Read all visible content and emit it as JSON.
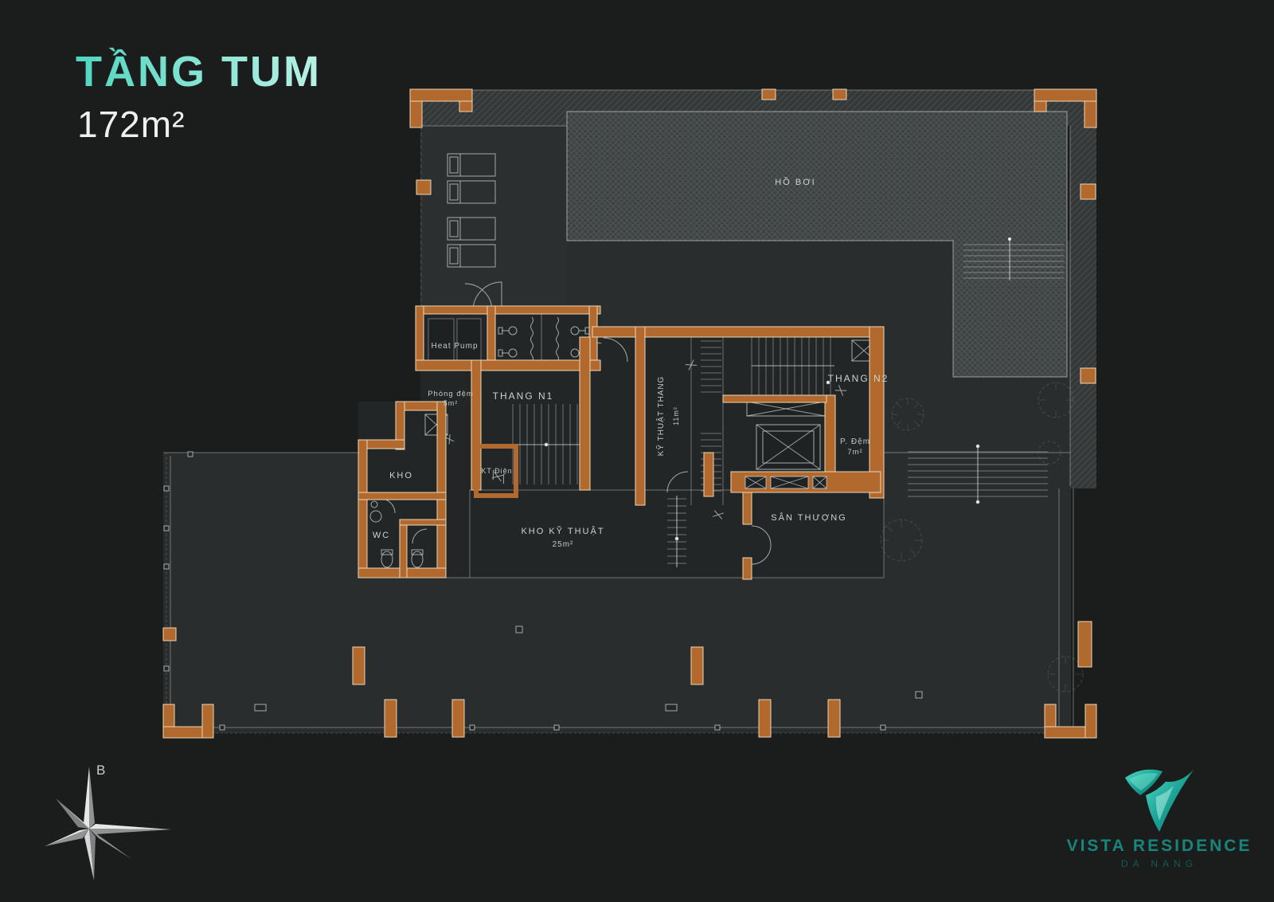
{
  "header": {
    "title": "TẦNG TUM",
    "area": "172m²"
  },
  "plan": {
    "labels": {
      "pool": "HỒ BƠI",
      "heat_pump": "Heat Pump",
      "phong_dem": "Phòng đệm",
      "phong_dem_area": "5m²",
      "thang_n1": "THANG N1",
      "ky_thuat_thang": "KỸ THUẬT THANG",
      "ky_thuat_thang_area": "11m²",
      "thang_n2": "THANG N2",
      "p_dem": "P. Đệm",
      "p_dem_area": "7m²",
      "kho": "KHO",
      "kt_dien": "KT Điện",
      "wc": "WC",
      "kho_ky_thuat": "KHO KỸ THUẬT",
      "kho_ky_thuat_area": "25m²",
      "san_thuong": "SÂN THƯỢNG"
    }
  },
  "compass": {
    "north_label": "B"
  },
  "logo": {
    "name": "VISTA RESIDENCE",
    "city": "DA NANG"
  },
  "colors": {
    "background": "#1b1d1d",
    "wall_orange": "#b2692e",
    "title_teal": "#56d8c2",
    "logo_teal": "#17857c",
    "floor_dark": "#222627",
    "deck_gray": "#343839"
  }
}
